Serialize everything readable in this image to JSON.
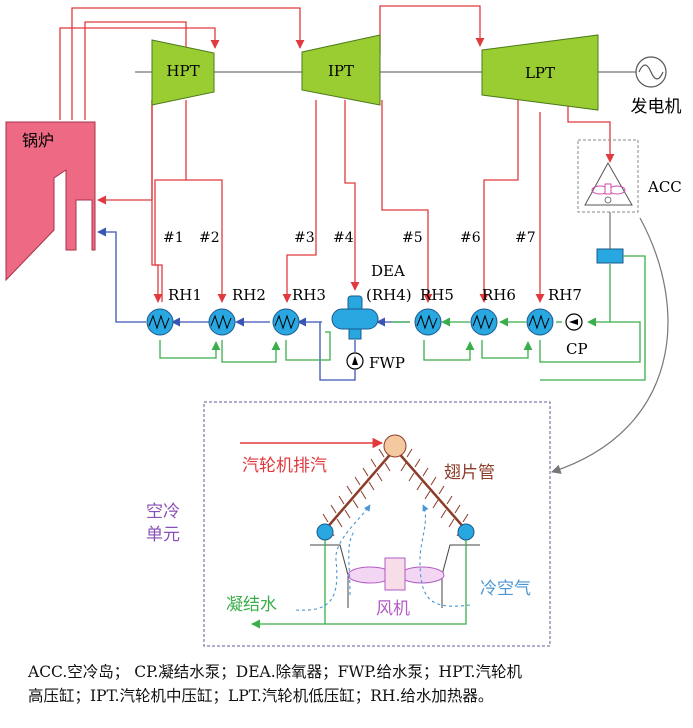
{
  "turbines": {
    "hpt": "HPT",
    "ipt": "IPT",
    "lpt": "LPT"
  },
  "generator": "发电机",
  "boiler": "锅炉",
  "acc": "ACC",
  "extractions": [
    "#1",
    "#2",
    "#3",
    "#4",
    "#5",
    "#6",
    "#7"
  ],
  "heaters": [
    "RH1",
    "RH2",
    "RH3",
    "RH5",
    "RH6",
    "RH7"
  ],
  "dea": {
    "line1": "DEA",
    "line2": "(RH4)"
  },
  "fwp": "FWP",
  "cp": "CP",
  "detail": {
    "exhaust": "汽轮机排汽",
    "fin_tube": "翅片管",
    "unit_line1": "空冷",
    "unit_line2": "单元",
    "condensate": "凝结水",
    "fan": "风机",
    "cold_air": "冷空气"
  },
  "caption": {
    "line1": "ACC.空冷岛； CP.凝结水泵；DEA.除氧器；FWP.给水泵；HPT.汽轮机",
    "line2": "高压缸；IPT.汽轮机中压缸；LPT.汽轮机低压缸；RH.给水加热器。"
  },
  "colors": {
    "steam": "#e03a3e",
    "feedwater": "#3a55b4",
    "condensate": "#3aae4a",
    "turbine": "#9acd32",
    "boiler": "#ee6a84",
    "heater": "#29a7e1",
    "air": "#4a97d4"
  }
}
